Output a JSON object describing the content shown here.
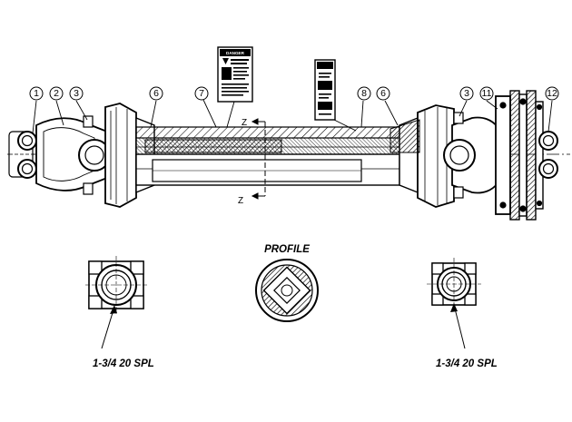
{
  "callouts": [
    "1",
    "2",
    "3",
    "6",
    "7",
    "8",
    "6",
    "3",
    "11",
    "12"
  ],
  "section_marks": [
    "Z",
    "Z"
  ],
  "danger_decal": {
    "title": "DANGER"
  },
  "views": {
    "left_caption": "1-3/4 20 SPL",
    "profile_title": "PROFILE",
    "right_caption": "1-3/4 20 SPL"
  }
}
